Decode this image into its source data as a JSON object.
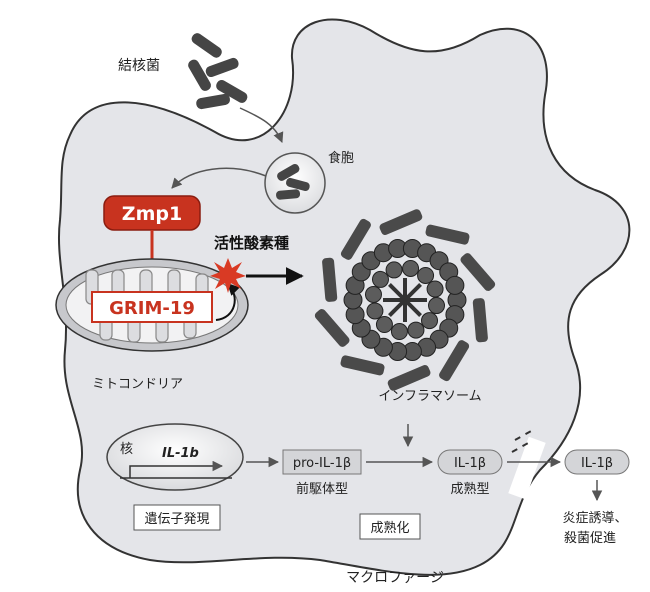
{
  "labels": {
    "tuberculosis_bacteria": "結核菌",
    "phagosome": "食胞",
    "zmp1": "Zmp1",
    "grim19": "GRIM-19",
    "ros": "活性酸素種",
    "mitochondria": "ミトコンドリア",
    "inflammasome": "インフラマソーム",
    "nucleus": "核",
    "il1b_gene": "IL-1b",
    "gene_expression": "遺伝子発現",
    "pro_il1b": "pro-IL-1β",
    "precursor": "前駆体型",
    "il1b_mature": "IL-1β",
    "mature_form": "成熟型",
    "maturation": "成熟化",
    "il1b_secreted": "IL-1β",
    "outcome_line1": "炎症誘導、",
    "outcome_line2": "殺菌促進",
    "macrophage": "マクロファージ"
  },
  "colors": {
    "zmp1_red": "#c8331f",
    "cell_fill": "#e4e5e9",
    "dark_gray": "#4a4a4a"
  }
}
